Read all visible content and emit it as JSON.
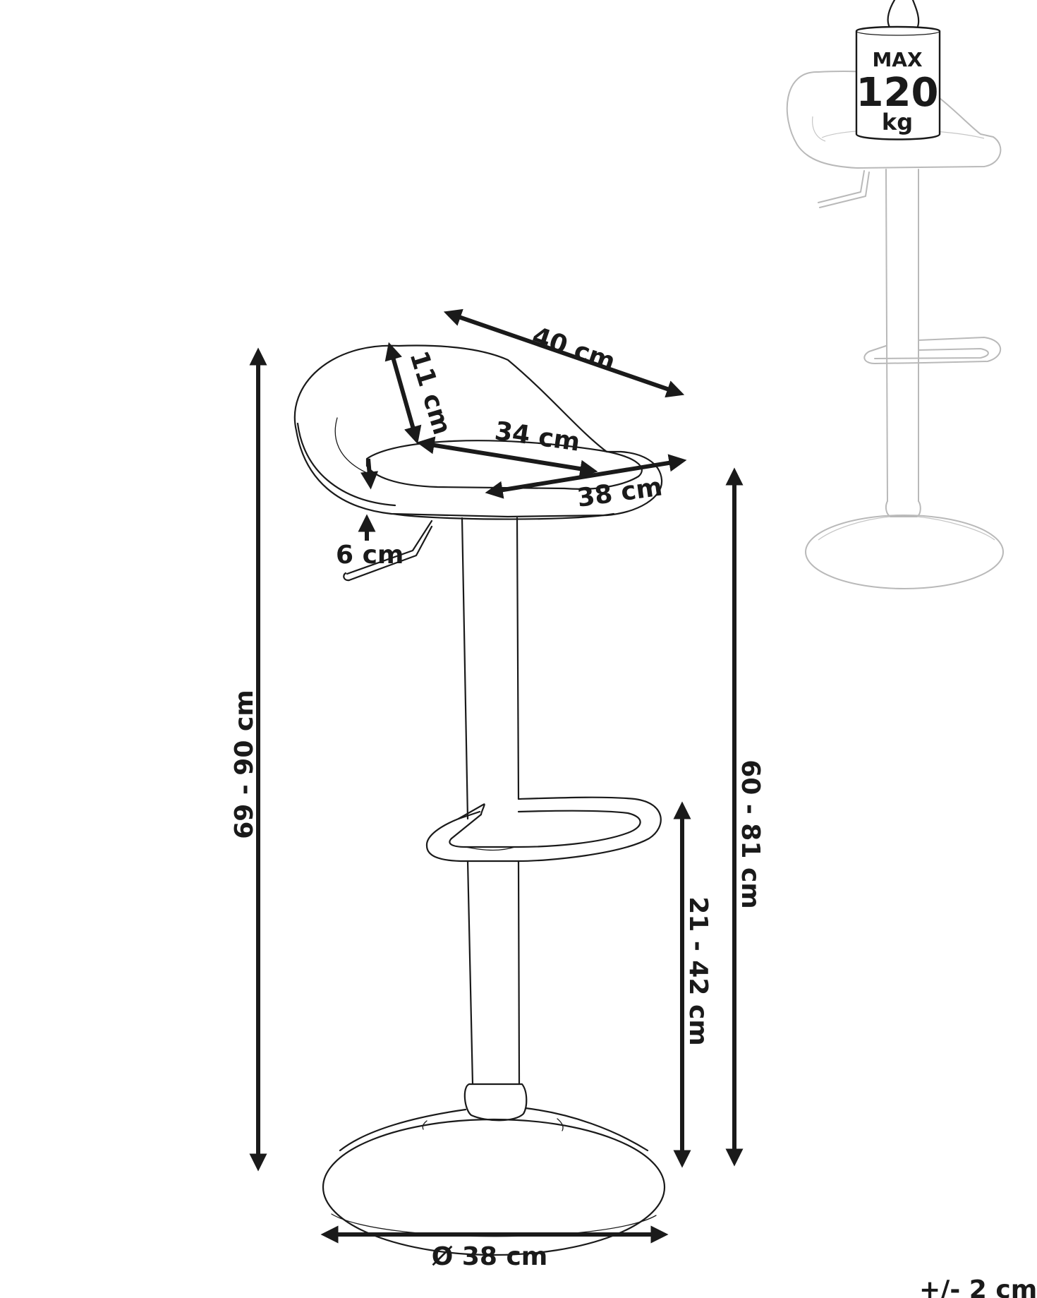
{
  "dimensions": {
    "seat_back_width": "40 cm",
    "backrest_height": "11 cm",
    "seat_depth": "34 cm",
    "seat_width": "38 cm",
    "seat_thickness": "6 cm",
    "total_height": "69 - 90 cm",
    "seat_height": "60 - 81 cm",
    "footrest_height": "21 - 42 cm",
    "base_diameter": "Ø 38 cm"
  },
  "weight_badge": {
    "top": "MAX",
    "value": "120",
    "unit": "kg"
  },
  "tolerance": "+/- 2 cm"
}
